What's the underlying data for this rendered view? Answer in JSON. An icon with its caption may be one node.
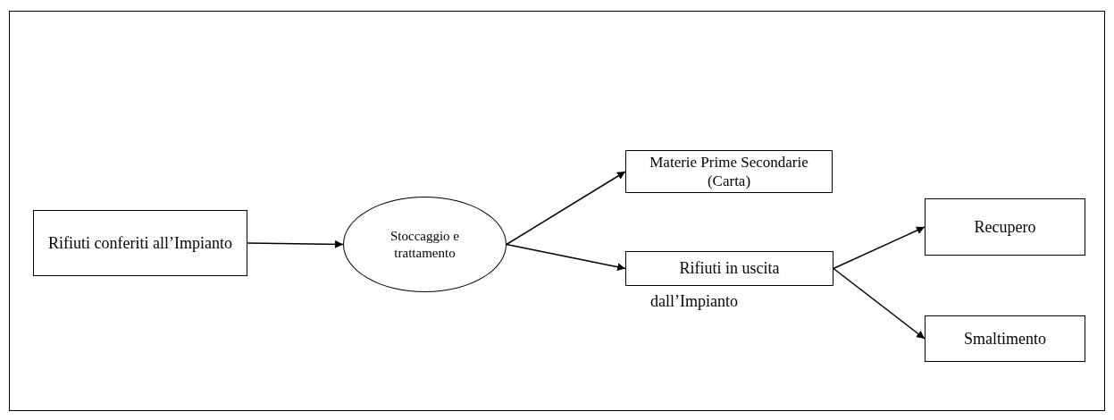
{
  "diagram": {
    "nodes": [
      {
        "text": [
          "Rifiuti conferiti all’Impianto"
        ]
      },
      {
        "text": [
          "Stoccaggio e trattamento"
        ]
      },
      {
        "text": [
          "Materie Prime Secondarie (Carta)"
        ]
      },
      {
        "text": [
          "Rifiuti in uscita"
        ],
        "beside": [
          "dall’Impianto"
        ]
      },
      {
        "text": [
          "Recupero"
        ]
      },
      {
        "text": [
          "Smaltimento"
        ]
      }
    ],
    "edges": [
      {
        "from": 0,
        "to": 1,
        "arrow": "to"
      },
      {
        "from": 1,
        "to": 2,
        "arrow": "to"
      },
      {
        "from": 1,
        "to": 3,
        "arrow": "to"
      },
      {
        "from": 3,
        "to": 4,
        "arrow": "to"
      },
      {
        "from": 3,
        "to": 5,
        "arrow": "to"
      }
    ]
  }
}
